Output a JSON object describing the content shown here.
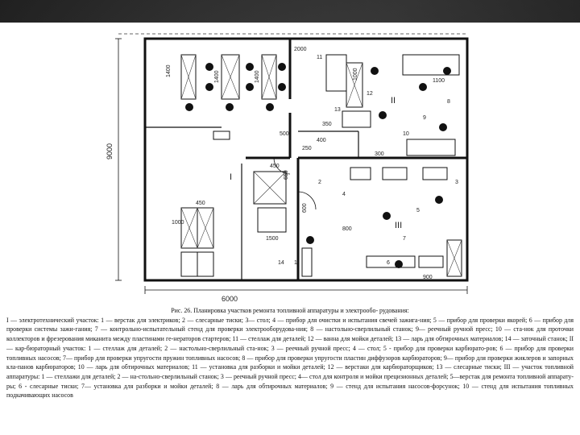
{
  "figure": {
    "caption_title": "Рис. 26. Планировка участков ремонта топливной аппаратуры и электрообо- рудования:",
    "caption_body": "I — электротехнический участок: 1 — верстак для электриков; 2 — слесарные тиски; 3— стол; 4 — прибор для очистки и испытания свечей зажига-ния; 5 — прибор для проверки якорей; 6 — прибор для проверки системы зажи-гания; 7 — контрольно-испытательный стенд для проверки электрооборудова-ния; 8 — настольно-сверлильный станок; 9— реечный ручной пресс; 10 — ста-нок для проточки коллекторов и фрезерования миканита между пластинами ге-нераторов стартеров; 11 — стеллаж для деталей; 12 — ванна для мойки деталей; 13 — ларь для обтирочных материалов; 14 — заточный станок; II — кар-бюраторный участок: 1 — стеллаж для деталей; 2 — настольно-сверлильный ста-нок; 3 — реечный ручной пресс; 4 — стол; 5 - прибор для проверки карбюрато-ров; 6 — прибор для проверки топливных насосов; 7— прибор для проверки упругости пружин топливных насосов; 8 — прибор для проверки упругости пластин диффузоров карбюраторов; 9— прибор для проверки жиклеров и запорных кла-панов карбюраторов; 10 — ларь для обтирочных материалов; 11 — установка для разборки и мойки деталей; 12 — верстаки для карбюраторщиков; 13 — слесарные тиски; III — участок топливной аппаратуры: 1 — стеллажи для деталей; 2 — на-стольно-сверлильный станок; 3 — реечный ручной пресс; 4— стол для контроля и мойки прецизионных деталей; 5—верстак для ремонта топливной аппарату-ры; 6 - слесарные тиски; 7— установка для разборки и мойки деталей; 8 — ларь для обтирочных материалов; 9 — стенд для испытания насосов-форсунок; 10 — стенд для испытания топливных подкачивающих насосов"
  },
  "plan": {
    "room_labels": [
      "I",
      "II",
      "III"
    ],
    "dimensions": {
      "overall_height": "9000",
      "overall_width": "6000",
      "d1400a": "1400",
      "d1400b": "1400",
      "d1400c": "1400",
      "d1000": "1000",
      "d450a": "450",
      "d450b": "450",
      "d350": "350",
      "d250": "250",
      "d300": "300",
      "d650": "650",
      "d500": "500",
      "d400": "400",
      "d1100": "1100",
      "d1000b": "1000",
      "d600": "600",
      "d800": "800",
      "d900": "900",
      "d1500": "1500",
      "d2000": "2000"
    },
    "item_numbers": [
      "1",
      "2",
      "3",
      "4",
      "5",
      "6",
      "7",
      "8",
      "9",
      "10",
      "11",
      "12",
      "13",
      "14"
    ]
  }
}
